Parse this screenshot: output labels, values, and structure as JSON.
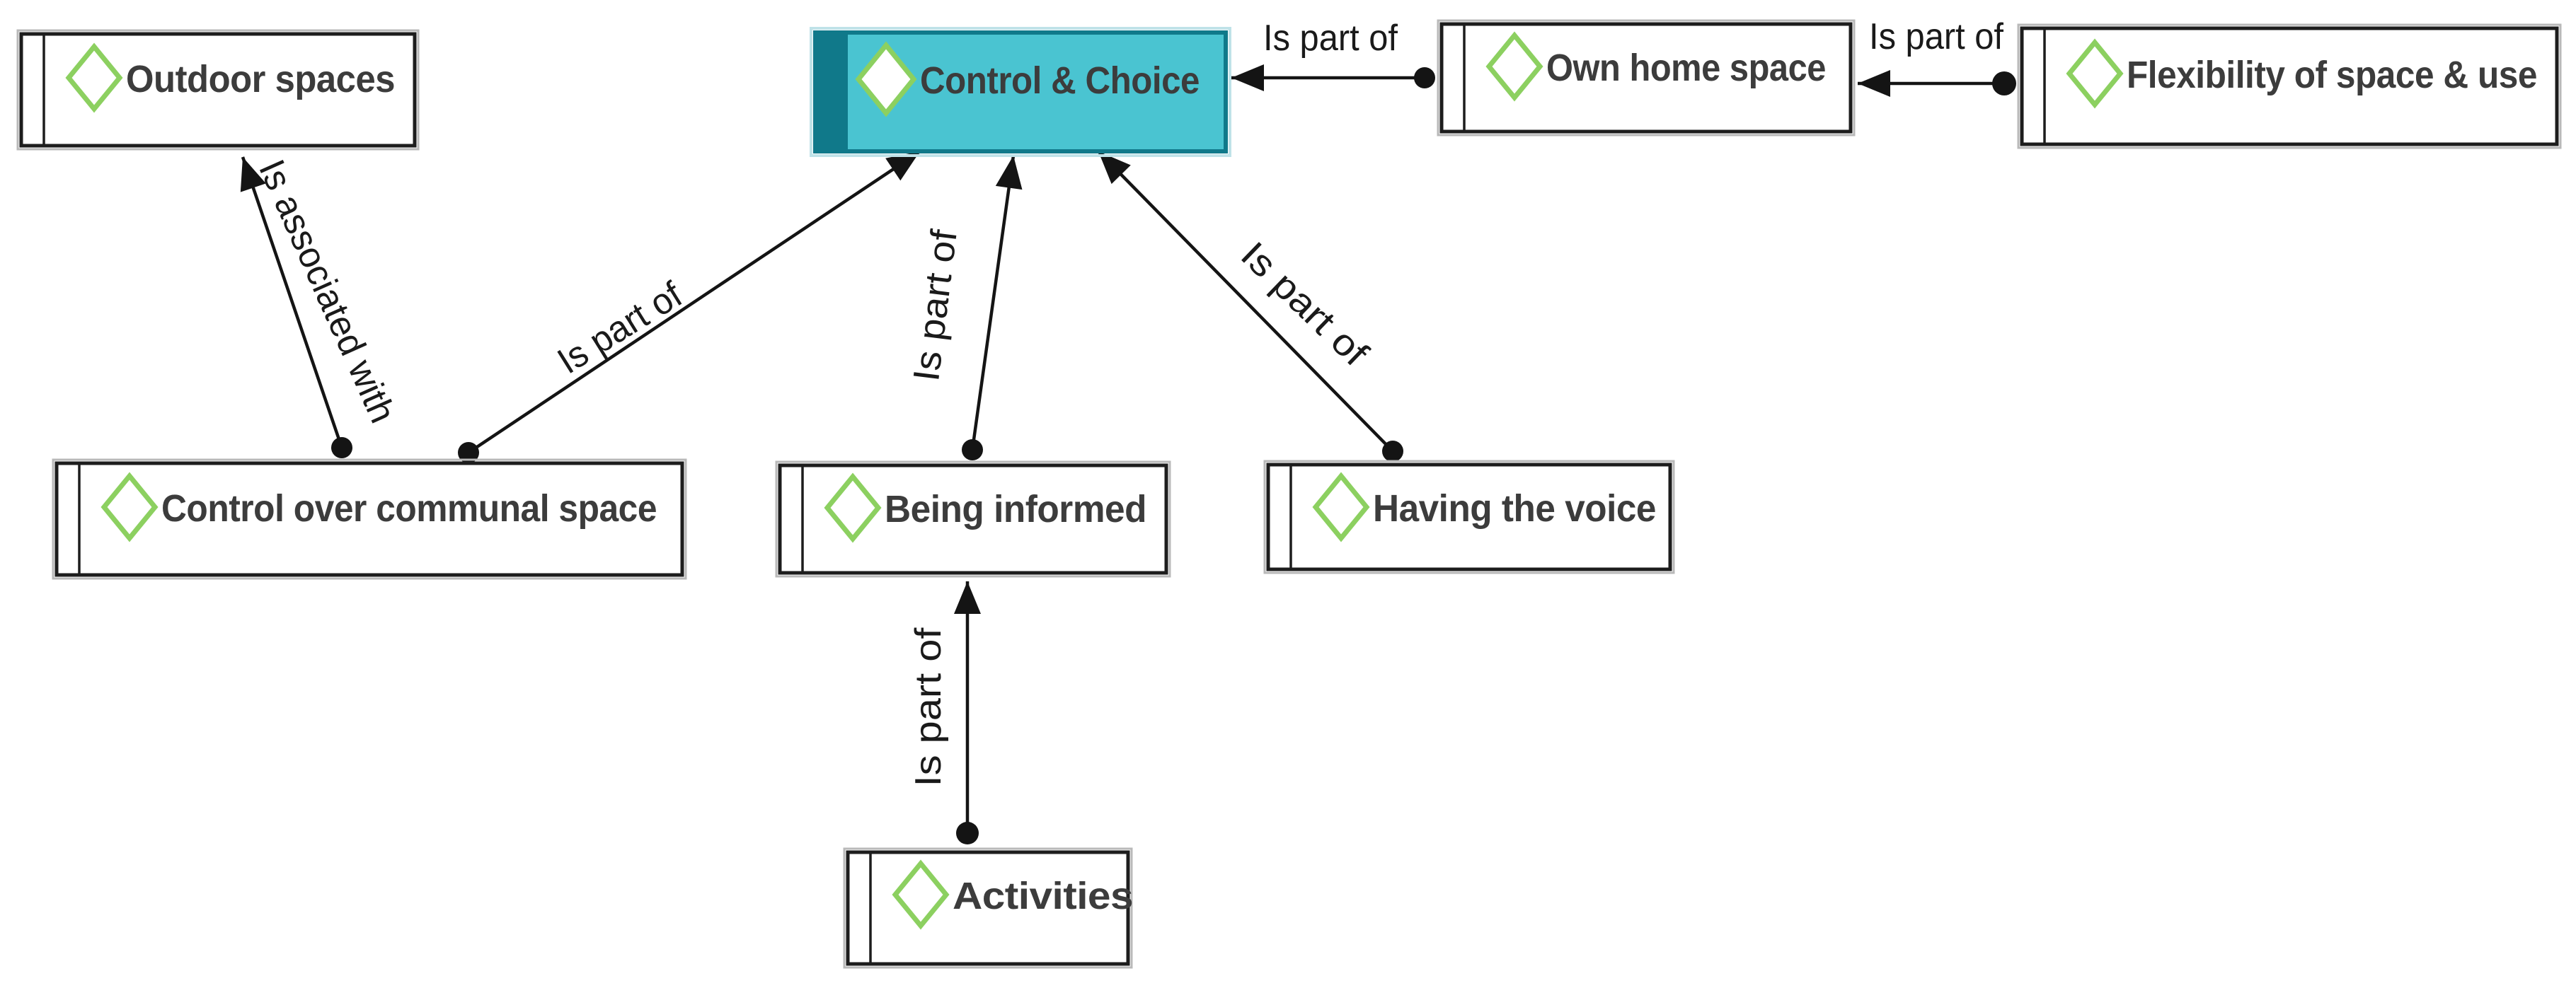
{
  "diagram": {
    "type": "concept-network",
    "background": "#ffffff",
    "colors": {
      "node_fill": "#ffffff",
      "node_border": "#1d1d1d",
      "node_text": "#3c3c3c",
      "selected_node_fill": "#4ac4d1",
      "selected_node_accent": "#10798a",
      "code_diamond_green": "#8cd060",
      "edge_color": "#141414"
    }
  },
  "nodes": {
    "outdoor_spaces": {
      "label": "Outdoor spaces"
    },
    "control_choice": {
      "label": "Control & Choice",
      "selected": true
    },
    "own_home_space": {
      "label": "Own home space"
    },
    "flexibility": {
      "label": "Flexibility of space & use"
    },
    "control_communal": {
      "label": "Control over communal space"
    },
    "being_informed": {
      "label": "Being informed"
    },
    "having_voice": {
      "label": "Having the voice"
    },
    "activities": {
      "label": "Activities"
    }
  },
  "edges": {
    "communal_outdoor": {
      "label": "Is associated with",
      "from": "Control over communal space",
      "to": "Outdoor spaces"
    },
    "communal_control": {
      "label": "Is part of",
      "from": "Control over communal space",
      "to": "Control & Choice"
    },
    "informed_control": {
      "label": "Is part of",
      "from": "Being informed",
      "to": "Control & Choice"
    },
    "voice_control": {
      "label": "Is part of",
      "from": "Having the voice",
      "to": "Control & Choice"
    },
    "ownhome_control": {
      "label": "Is part of",
      "from": "Own home space",
      "to": "Control & Choice"
    },
    "flex_ownhome": {
      "label": "Is part of",
      "from": "Flexibility of space & use",
      "to": "Own home space"
    },
    "activities_informed": {
      "label": "Is part of",
      "from": "Activities",
      "to": "Being informed"
    }
  }
}
